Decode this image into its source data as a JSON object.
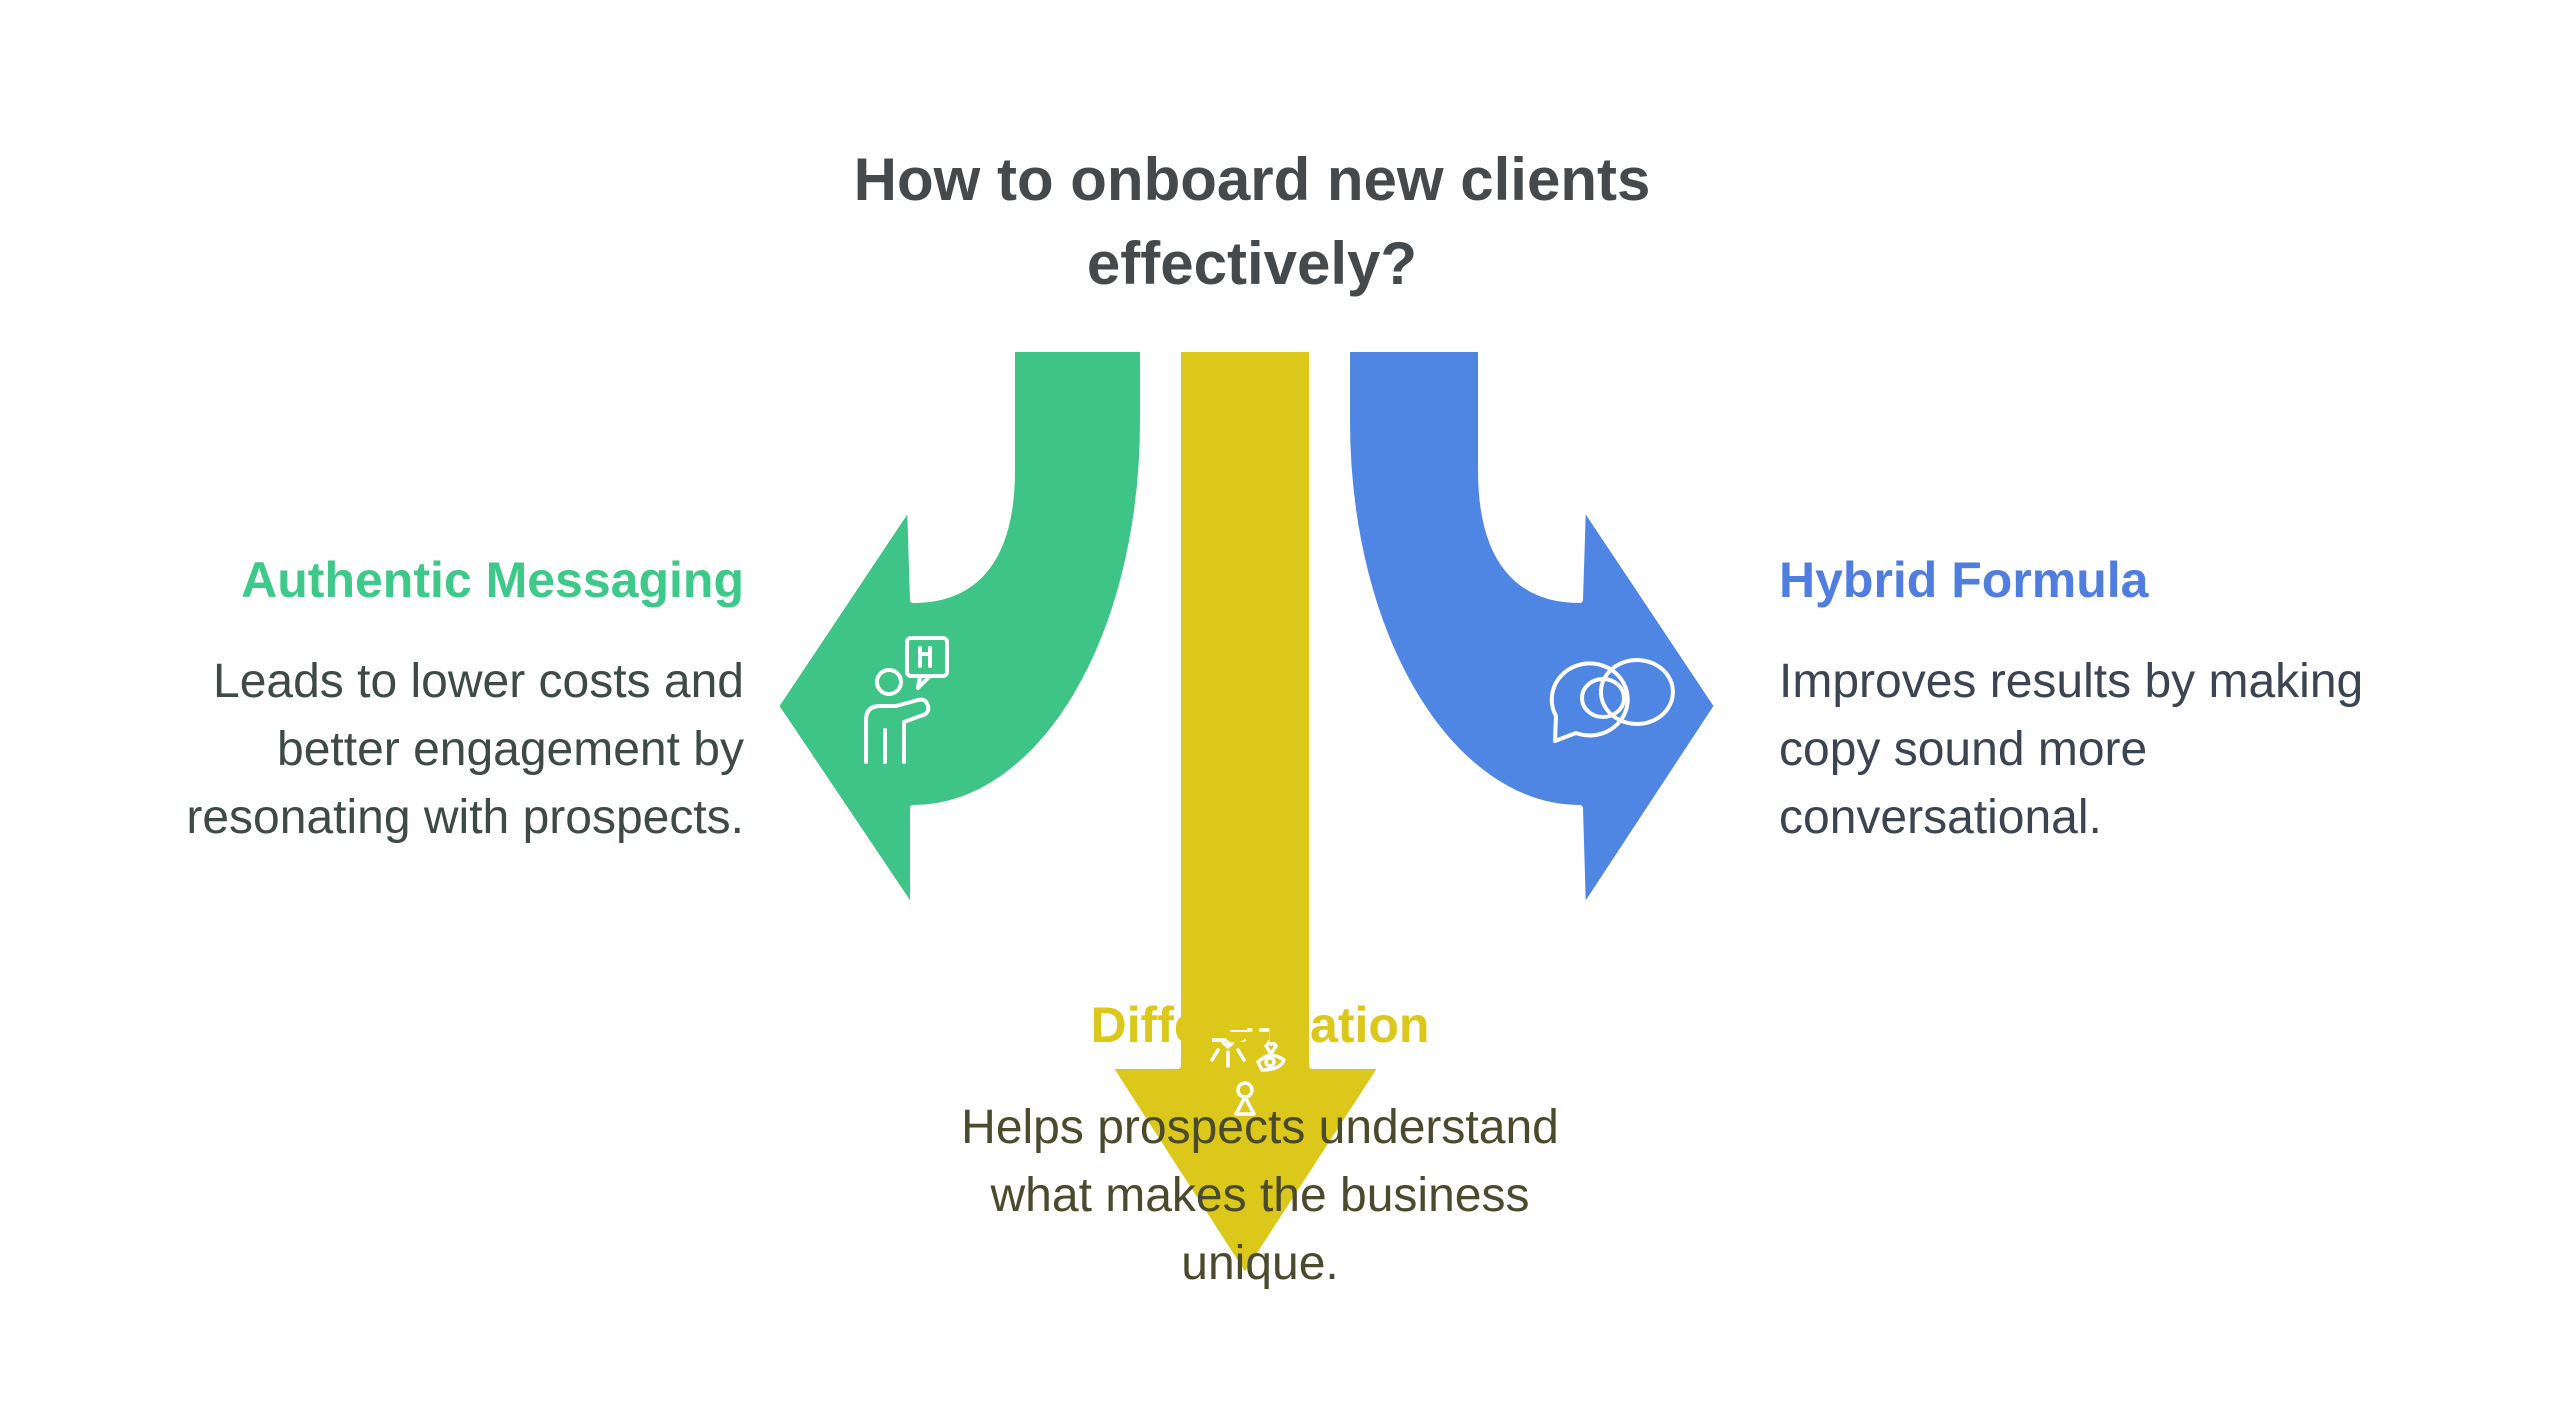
{
  "title": {
    "lines": [
      "How to onboard new clients",
      "effectively?"
    ]
  },
  "branches": [
    {
      "id": "left",
      "heading": "Authentic Messaging",
      "description_lines": [
        "Leads to lower costs and",
        "better engagement by",
        "resonating with prospects."
      ],
      "color": "#3ec486",
      "icon": "presenter-icon"
    },
    {
      "id": "middle",
      "heading": "Differentiation",
      "description_lines": [
        "Helps prospects understand",
        "what makes the business",
        "unique."
      ],
      "color": "#dcc81a",
      "icon": "differentiation-icon"
    },
    {
      "id": "right",
      "heading": "Hybrid Formula",
      "description_lines": [
        "Improves results by making",
        "copy sound more",
        "conversational."
      ],
      "color": "#4f86e3",
      "icon": "chat-bubble-icon"
    }
  ]
}
